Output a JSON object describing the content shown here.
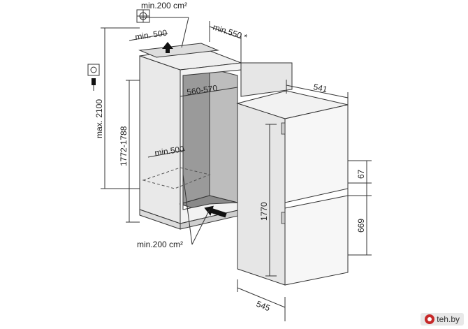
{
  "labels": {
    "vent_top": "min.200 cm²",
    "min_500_top": "min. 500",
    "min_550": "min.550 *",
    "width_560_570": "560-570",
    "depth_541": "541",
    "max_2100": "max. 2100",
    "niche_height": "1772-1788",
    "min_500_inner": "min.500",
    "gap_67": "67",
    "height_1770": "1770",
    "freezer_669": "669",
    "vent_bottom": "min.200 cm²",
    "depth_545": "545"
  },
  "watermark": {
    "text": "teh.by"
  }
}
